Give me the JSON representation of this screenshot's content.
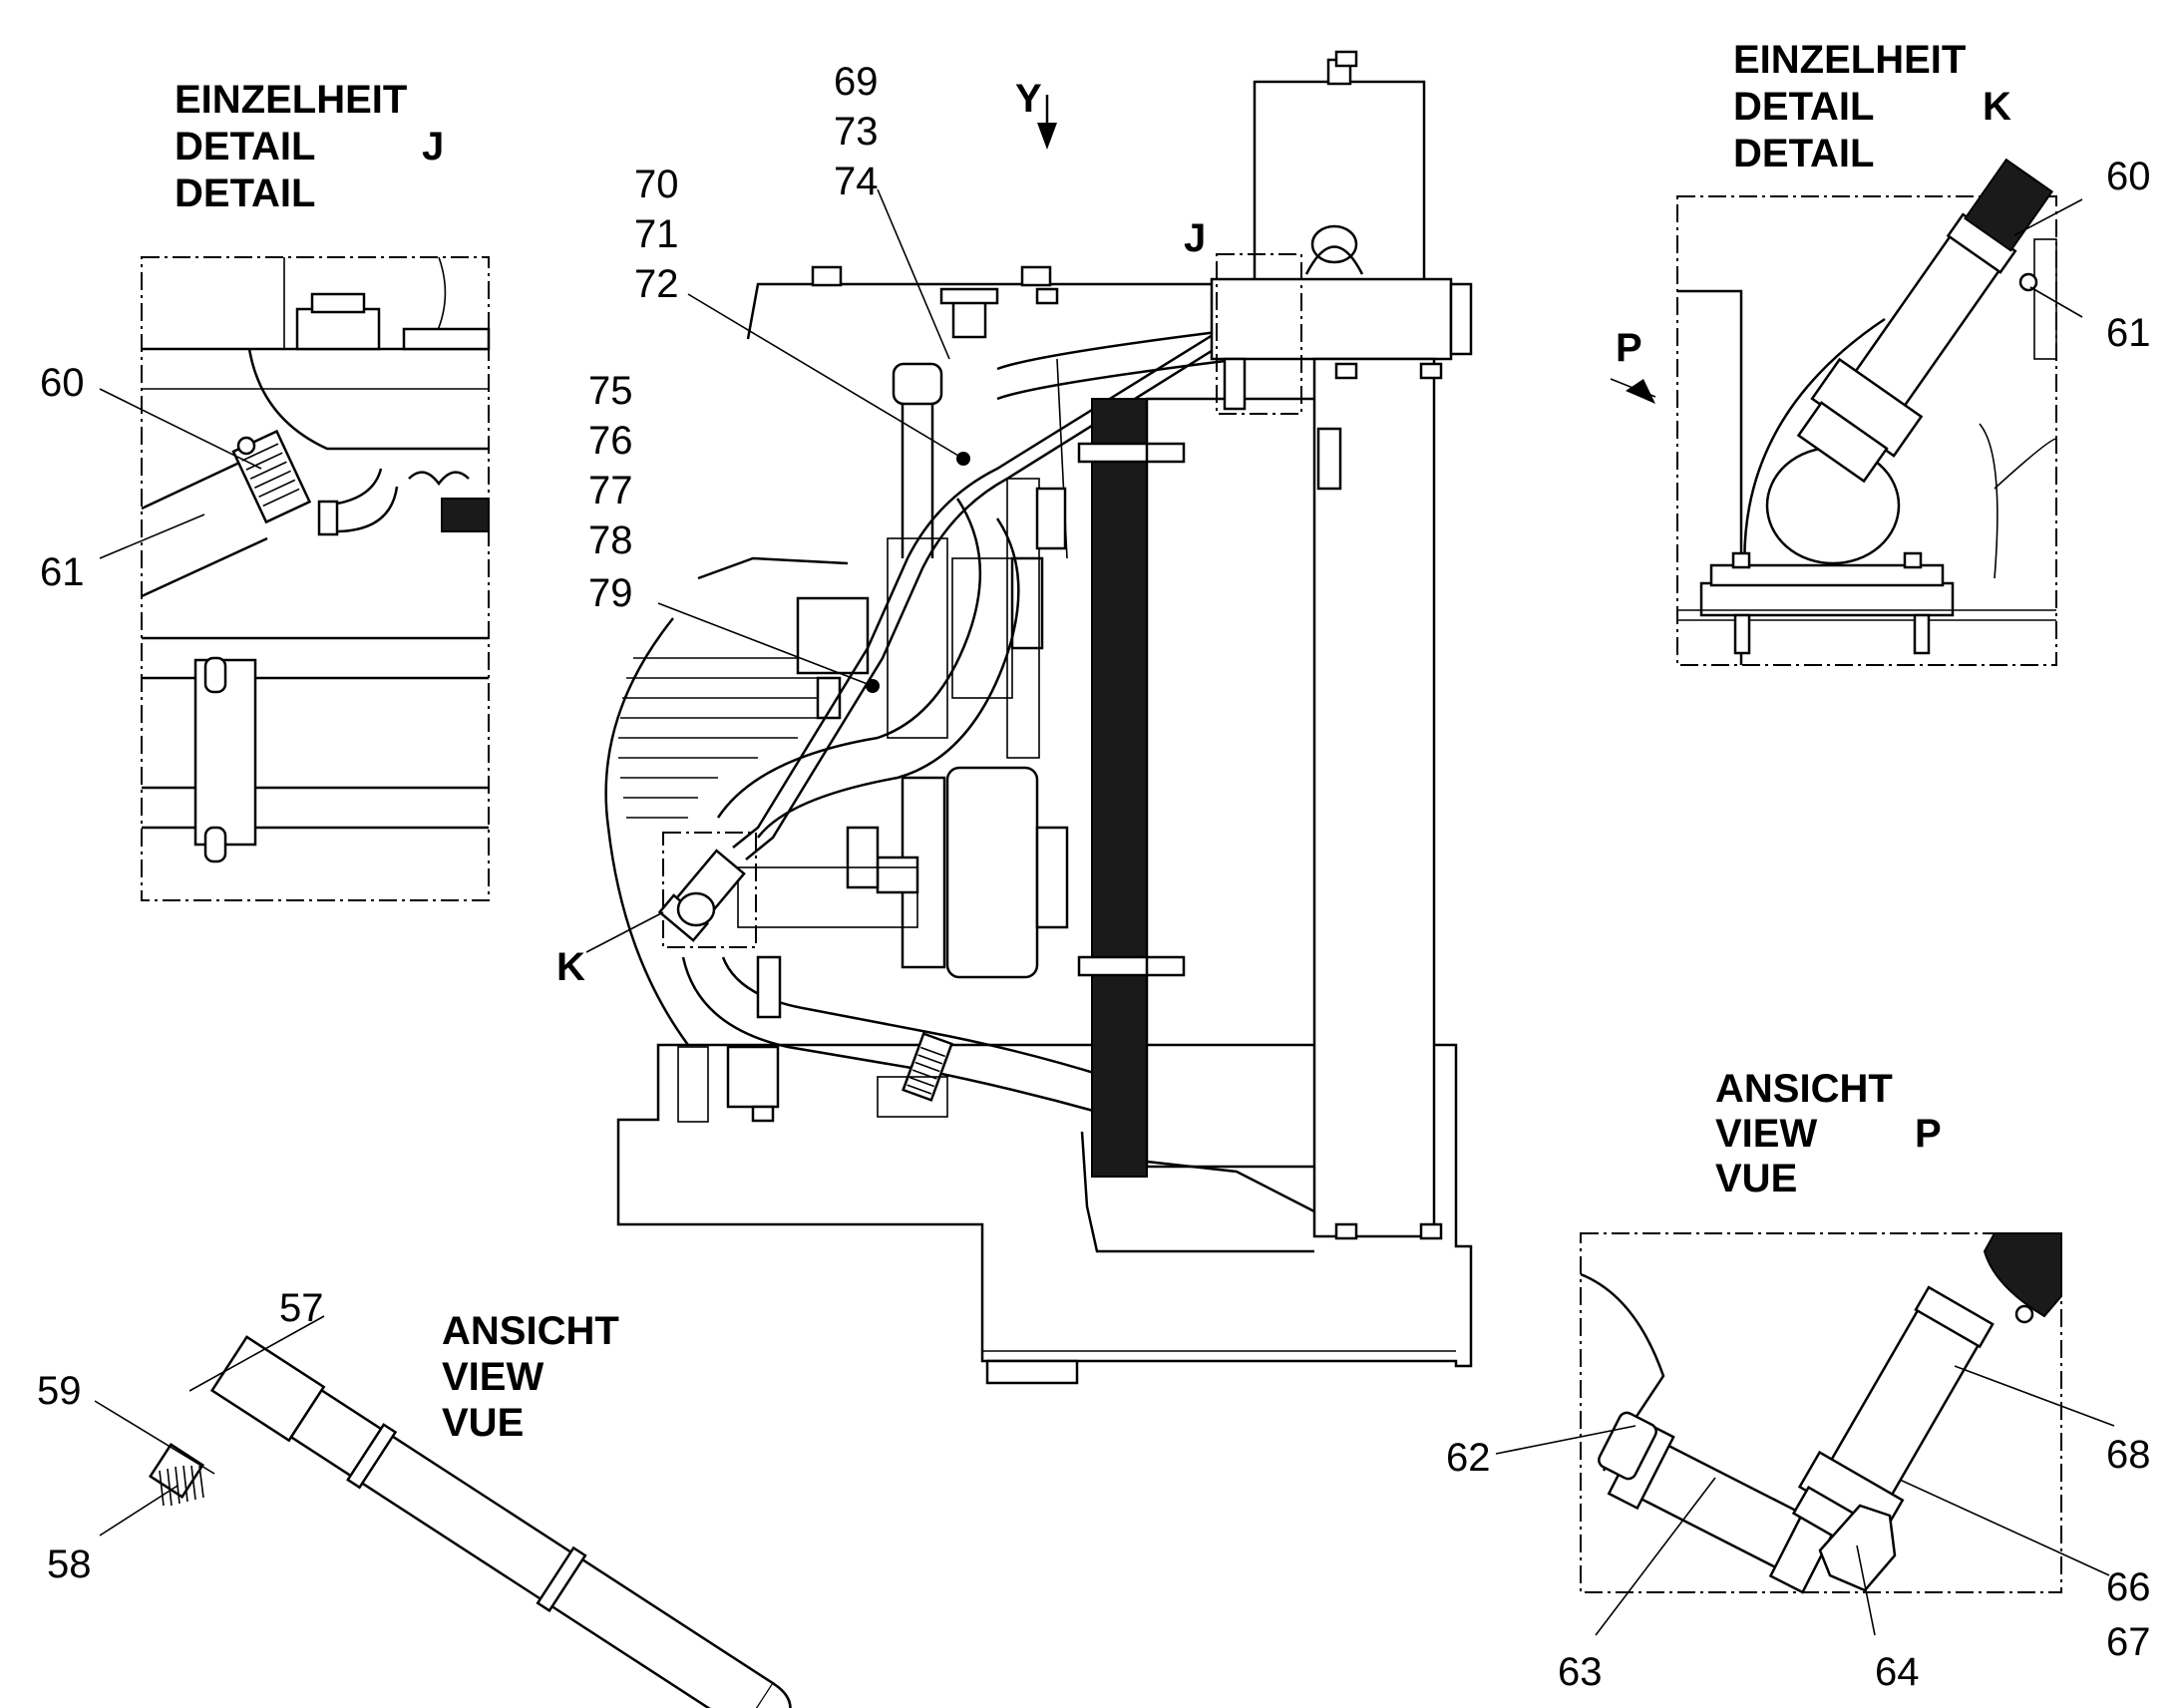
{
  "panels": {
    "detail_j": {
      "line1": "EINZELHEIT",
      "line2": "DETAIL",
      "line3": "DETAIL",
      "letter": "J"
    },
    "detail_k": {
      "line1": "EINZELHEIT",
      "line2": "DETAIL",
      "line3": "DETAIL",
      "letter": "K"
    },
    "view_p": {
      "line1": "ANSICHT",
      "line2": "VIEW",
      "line3": "VUE",
      "letter": "P"
    },
    "view_y": {
      "line1": "ANSICHT",
      "line2": "VIEW",
      "line3": "VUE"
    }
  },
  "markers": {
    "y": "Y",
    "j": "J",
    "k": "K",
    "p": "P"
  },
  "callouts": {
    "c57": "57",
    "c58": "58",
    "c59": "59",
    "c60a": "60",
    "c61a": "61",
    "c60b": "60",
    "c61b": "61",
    "c62": "62",
    "c63": "63",
    "c64": "64",
    "c66": "66",
    "c67": "67",
    "c68": "68",
    "c69": "69",
    "c73": "73",
    "c74": "74",
    "c70": "70",
    "c71": "71",
    "c72": "72",
    "c75": "75",
    "c76": "76",
    "c77": "77",
    "c78": "78",
    "c79": "79"
  }
}
